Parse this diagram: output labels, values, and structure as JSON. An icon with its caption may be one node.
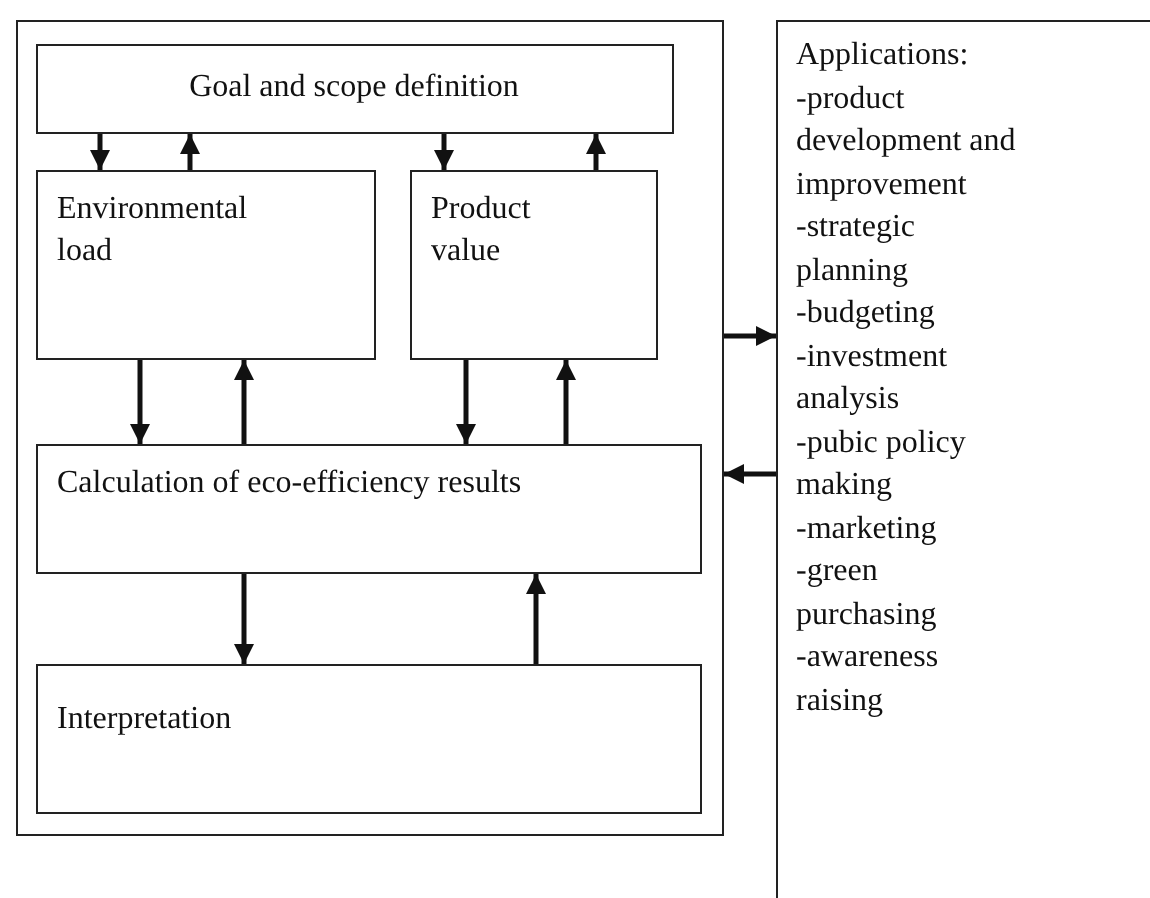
{
  "diagram": {
    "nodes": [
      {
        "text": [],
        "shape": "box"
      },
      {
        "text": [
          "Goal and scope definition"
        ],
        "in": 0
      },
      {
        "text": [
          "Environmental load"
        ],
        "in": 0
      },
      {
        "text": [
          "Product value"
        ],
        "in": 0
      },
      {
        "text": [
          "Calculation of eco-efficiency results"
        ],
        "in": 0
      },
      {
        "text": [
          "Interpretation"
        ],
        "in": 0
      },
      {
        "text": [
          "Applications:",
          "-product development and improvement",
          "-strategic planning",
          "-budgeting",
          "-investment analysis",
          "-pubic policy making",
          "-marketing",
          "-green purchasing",
          "-awareness raising"
        ]
      }
    ],
    "edges": [
      {
        "from": 1,
        "to": 2,
        "arrow": "to"
      },
      {
        "from": 2,
        "to": 1,
        "arrow": "to"
      },
      {
        "from": 1,
        "to": 3,
        "arrow": "to"
      },
      {
        "from": 3,
        "to": 1,
        "arrow": "to"
      },
      {
        "from": 2,
        "to": 4,
        "arrow": "to"
      },
      {
        "from": 4,
        "to": 2,
        "arrow": "to"
      },
      {
        "from": 3,
        "to": 4,
        "arrow": "to"
      },
      {
        "from": 4,
        "to": 3,
        "arrow": "to"
      },
      {
        "from": 4,
        "to": 5,
        "arrow": "to"
      },
      {
        "from": 5,
        "to": 4,
        "arrow": "to"
      },
      {
        "from": 0,
        "to": 6,
        "arrow": "to"
      },
      {
        "from": 6,
        "to": 0,
        "arrow": "to"
      }
    ]
  }
}
